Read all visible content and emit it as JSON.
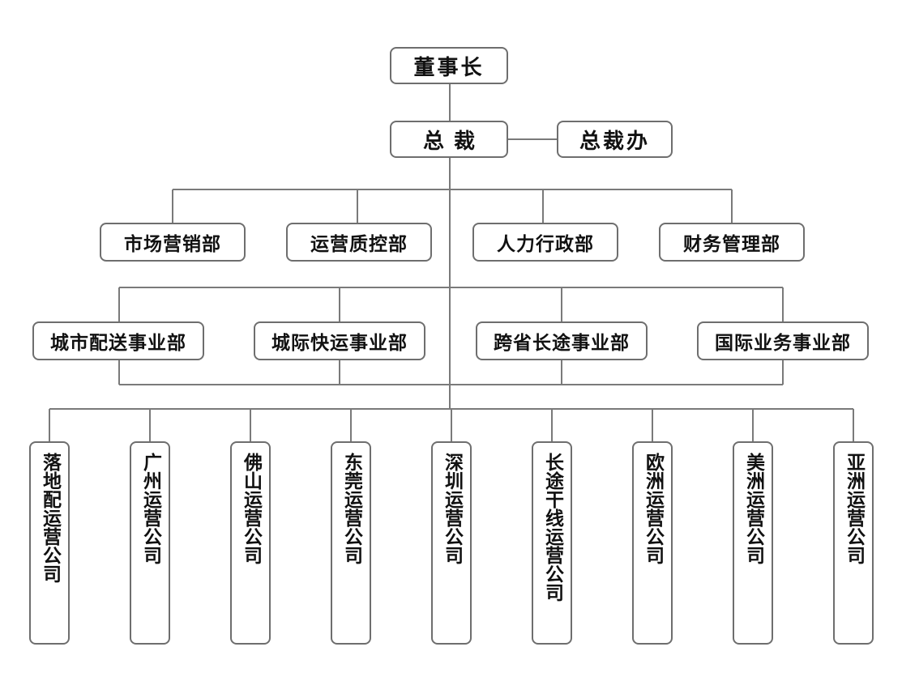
{
  "chairman": "董事长",
  "ceo": "总裁",
  "ceo_office": "总裁办",
  "departments": [
    "市场营销部",
    "运营质控部",
    "人力行政部",
    "财务管理部"
  ],
  "business_units": [
    "城市配送事业部",
    "城际快运事业部",
    "跨省长途事业部",
    "国际业务事业部"
  ],
  "companies": [
    "落地配运营公司",
    "广州运营公司",
    "佛山运营公司",
    "东莞运营公司",
    "深圳运营公司",
    "长途干线运营公司",
    "欧洲运营公司",
    "美洲运营公司",
    "亚洲运营公司"
  ],
  "line_color": "#7a7a7a"
}
